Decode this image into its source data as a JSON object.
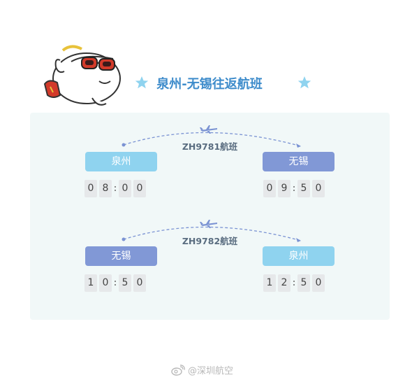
{
  "header": {
    "title": "泉州-无锡往返航班",
    "left_icon": "star-icon",
    "right_icon": "star-icon",
    "mascot": "cartoon-mascot-with-sunglasses-icon"
  },
  "flights": [
    {
      "flight_no": "ZH9781航班",
      "origin": "泉州",
      "destination": "无锡",
      "depart_digits": [
        "0",
        "8",
        "0",
        "0"
      ],
      "arrive_digits": [
        "0",
        "9",
        "5",
        "0"
      ]
    },
    {
      "flight_no": "ZH9782航班",
      "origin": "无锡",
      "destination": "泉州",
      "depart_digits": [
        "1",
        "0",
        "5",
        "0"
      ],
      "arrive_digits": [
        "1",
        "2",
        "5",
        "0"
      ]
    }
  ],
  "watermark": {
    "text": "@深圳航空",
    "icon": "weibo-icon"
  },
  "colors": {
    "title": "#3e8ccb",
    "star": "#8fd3ef",
    "city_light": "#8fd3ef",
    "city_dark": "#8198d6",
    "panel": "#f1f8f8",
    "plane": "#7b93d3"
  }
}
